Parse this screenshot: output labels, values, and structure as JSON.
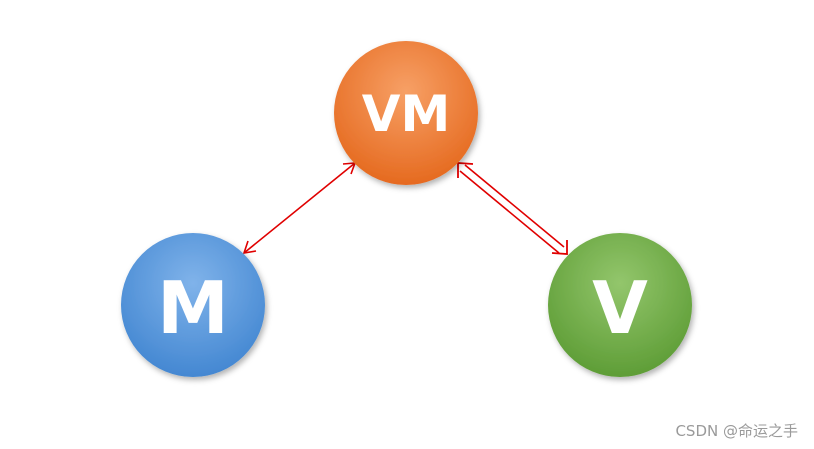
{
  "nodes": {
    "vm": {
      "label": "VM",
      "color_light": "#f4904a",
      "color_dark": "#e56b1f"
    },
    "m": {
      "label": "M",
      "color_light": "#72a9e6",
      "color_dark": "#4287d2"
    },
    "v": {
      "label": "V",
      "color_light": "#86bd5e",
      "color_dark": "#5f9f36"
    }
  },
  "arrows": {
    "color": "#e00000",
    "m_vm": {
      "style": "single",
      "direction": "bidirectional"
    },
    "vm_v": {
      "style": "double",
      "direction": "bidirectional"
    }
  },
  "watermark": "CSDN @命运之手"
}
